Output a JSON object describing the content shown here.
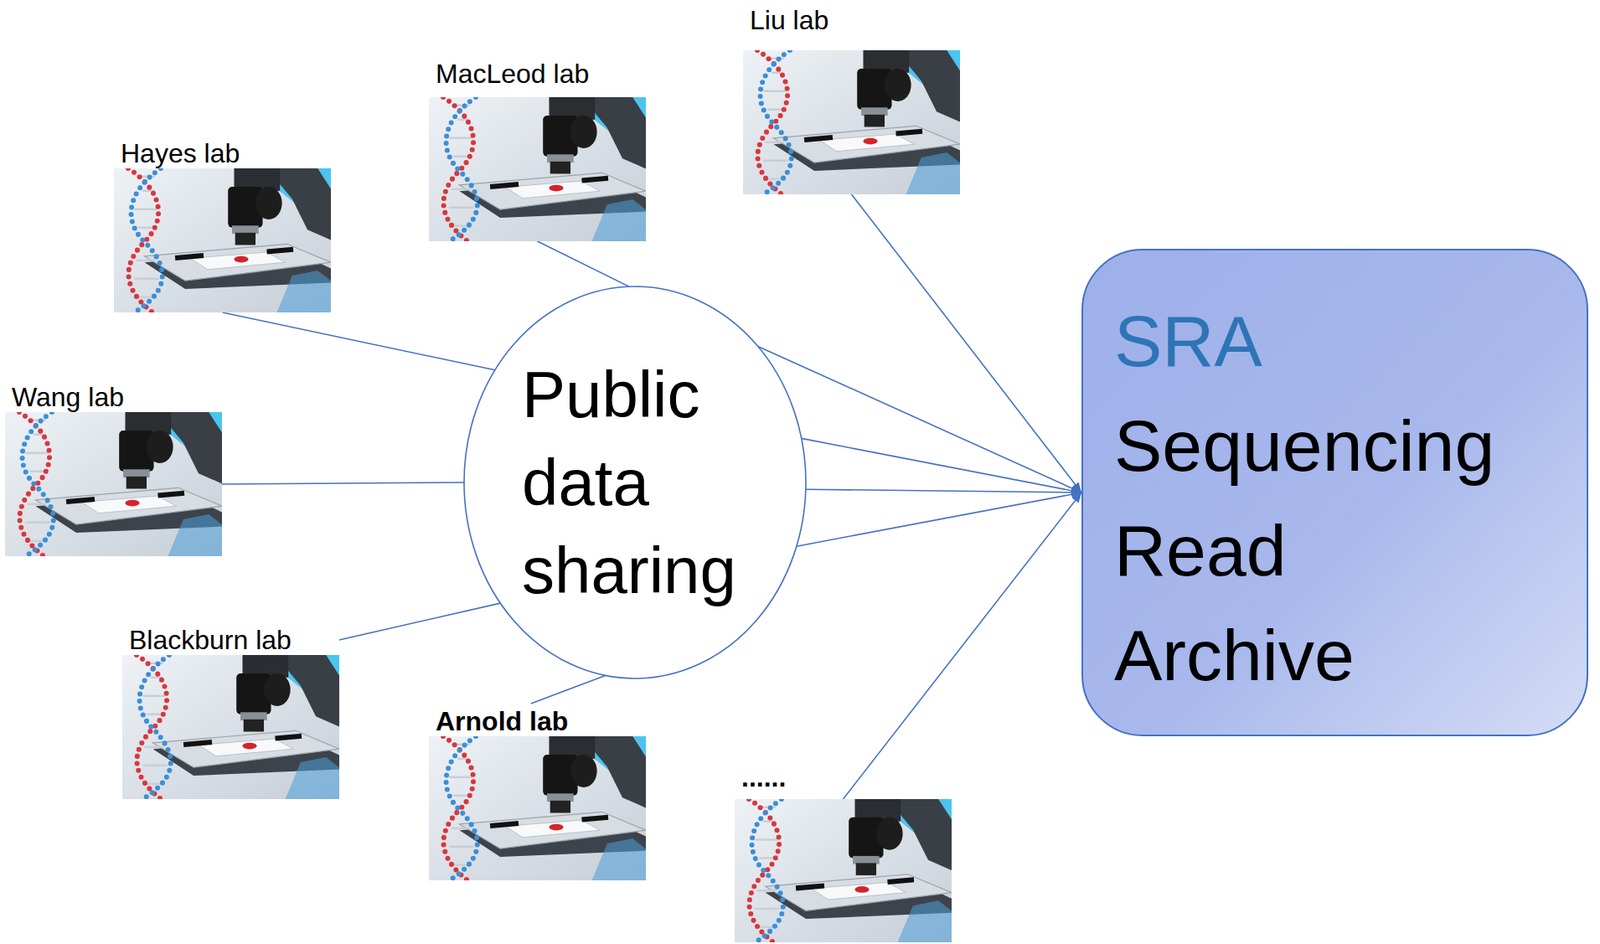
{
  "diagram": {
    "nodes": [
      {
        "text": [
          "Liu lab"
        ]
      },
      {
        "text": [
          "MacLeod lab"
        ]
      },
      {
        "text": [
          "Hayes lab"
        ]
      },
      {
        "text": [
          "Public data sharing"
        ]
      },
      {
        "text": [
          "SRA",
          "Sequencing Read Archive"
        ]
      },
      {
        "text": [
          "Wang lab"
        ]
      },
      {
        "text": [
          "Blackburn lab"
        ]
      },
      {
        "text": [
          "Arnold lab"
        ]
      },
      {
        "text": [
          "......"
        ]
      }
    ],
    "edges": [
      {
        "from": 2,
        "to": 3,
        "arrow": "none"
      },
      {
        "from": 1,
        "to": 3,
        "arrow": "none"
      },
      {
        "from": 5,
        "to": 3,
        "arrow": "none"
      },
      {
        "from": 6,
        "to": 3,
        "arrow": "none"
      },
      {
        "from": 7,
        "to": 3,
        "arrow": "none"
      },
      {
        "from": 0,
        "to": 4,
        "arrow": "to"
      },
      {
        "from": 3,
        "to": 4,
        "arrow": "to"
      },
      {
        "from": 3,
        "to": 4,
        "arrow": "to"
      },
      {
        "from": 3,
        "to": 4,
        "arrow": "to"
      },
      {
        "from": 3,
        "to": 4,
        "arrow": "to"
      },
      {
        "from": 8,
        "to": 4,
        "arrow": "to"
      }
    ]
  }
}
